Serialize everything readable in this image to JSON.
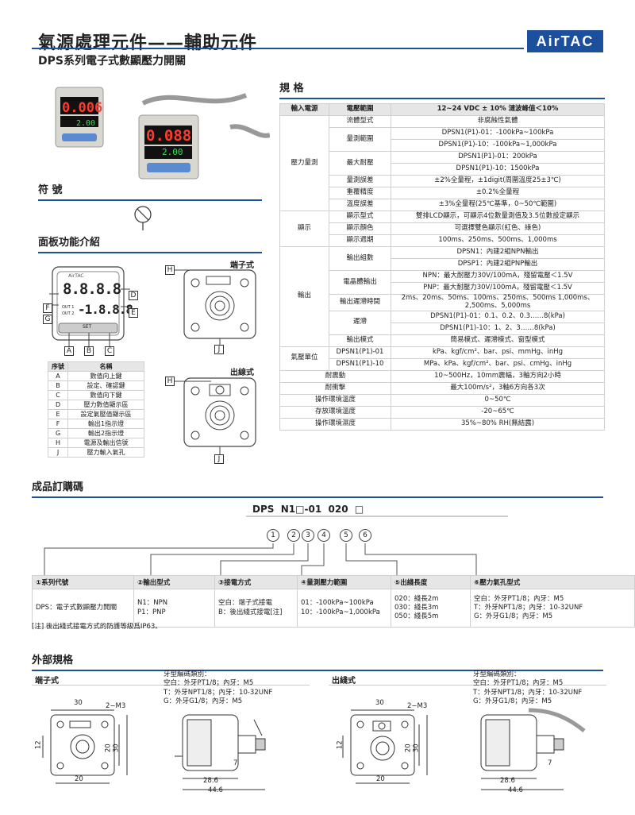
{
  "header": {
    "title": "氣源處理元件——輔助元件",
    "subtitle": "DPS系列電子式數顯壓力開關",
    "logo": "AirTAC"
  },
  "product": {
    "display1_main": "0.006",
    "display1_sub": "2.00",
    "display2_main": "0.088",
    "display2_sub": "2.00"
  },
  "symbol": {
    "heading": "符 號"
  },
  "panel": {
    "heading": "面板功能介紹",
    "display_main": "8.8.8.8",
    "display_sub": "-1.8.8.8",
    "out1": "OUT 1",
    "out2": "OUT 2",
    "set": "SET",
    "letters": [
      "A",
      "B",
      "C",
      "D",
      "E",
      "F",
      "G",
      "H",
      "J"
    ],
    "table_headers": [
      "序號",
      "名稱"
    ],
    "table_rows": [
      [
        "A",
        "數值向上鍵"
      ],
      [
        "B",
        "設定、確認鍵"
      ],
      [
        "C",
        "數值向下鍵"
      ],
      [
        "D",
        "壓力數值顯示區"
      ],
      [
        "E",
        "設定氣壓值顯示區"
      ],
      [
        "F",
        "輸出1指示燈"
      ],
      [
        "G",
        "輸出2指示燈"
      ],
      [
        "H",
        "電源及輸出信號"
      ],
      [
        "J",
        "壓力輸入氣孔"
      ]
    ],
    "terminal_label": "端子式",
    "cable_label": "出線式"
  },
  "spec": {
    "heading": "規 格",
    "header_row": [
      "輸入電源",
      "電壓範圍",
      "12~24 VDC ± 10%  漣波峰值＜10%"
    ],
    "rows": [
      {
        "g": "壓力量測",
        "k": "流體型式",
        "v": "非腐蝕性氣體"
      },
      {
        "k": "量測範圍",
        "v": "DPSN1(P1)-01：-100kPa~100kPa"
      },
      {
        "v": "DPSN1(P1)-10：-100kPa~1,000kPa"
      },
      {
        "k": "最大耐壓",
        "v": "DPSN1(P1)-01：200kPa"
      },
      {
        "v": "DPSN1(P1)-10：1500kPa"
      },
      {
        "k": "量測誤差",
        "v": "±2%全量程，±1digit(周圍溫度25±3℃)"
      },
      {
        "k": "重覆精度",
        "v": "±0.2%全量程"
      },
      {
        "k": "溫度誤差",
        "v": "±3%全量程(25℃基準，0~50℃範圍)"
      },
      {
        "g": "顯示",
        "k": "顯示型式",
        "v": "雙排LCD顯示，可顯示4位數量測值及3.5位數設定顯示"
      },
      {
        "k": "顯示顏色",
        "v": "可選擇雙色顯示(紅色、綠色)"
      },
      {
        "k": "顯示週期",
        "v": "100ms、250ms、500ms、1,000ms"
      },
      {
        "g": "輸出",
        "k": "輸出組數",
        "v": "DPSN1：內建2組NPN輸出"
      },
      {
        "v": "DPSP1：內建2組PNP輸出"
      },
      {
        "k": "電晶體輸出",
        "v": "NPN：最大耐壓力30V/100mA，殘留電壓＜1.5V"
      },
      {
        "v": "PNP：最大耐壓力30V/100mA，殘留電壓＜1.5V"
      },
      {
        "k": "輸出遲滯時間",
        "v": "2ms、20ms、50ms、100ms、250ms、500ms 1,000ms、2,500ms、5,000ms"
      },
      {
        "k": "遲滯",
        "v": "DPSN1(P1)-01：0.1、0.2、0.3……8(kPa)"
      },
      {
        "v": "DPSN1(P1)-10：1、2、3……8(kPa)"
      },
      {
        "k": "輸出模式",
        "v": "簡易模式、遲滯模式、窗型模式"
      },
      {
        "g": "氣壓單位",
        "k": "DPSN1(P1)-01",
        "v": "kPa、kgf/cm²、bar、psi、mmHg、inHg"
      },
      {
        "k": "DPSN1(P1)-10",
        "v": "MPa、kPa、kgf/cm²、bar、psi、cmHg、inHg"
      },
      {
        "k2": "耐震動",
        "v": "10~500Hz，10mm震幅，3軸方向2小時"
      },
      {
        "k2": "耐衝擊",
        "v": "最大100m/s²，3軸6方向各3次"
      },
      {
        "k2": "操作環境溫度",
        "v": "0~50℃"
      },
      {
        "k2": "存放環境溫度",
        "v": "-20~65℃"
      },
      {
        "k2": "操作環境濕度",
        "v": "35%~80% RH(無結露)"
      }
    ]
  },
  "order": {
    "heading": "成品訂購碼",
    "code": "DPS  N1□-01  020  □",
    "circles": [
      "1",
      "2",
      "3",
      "4",
      "5",
      "6"
    ],
    "headers": [
      "①系列代號",
      "②輸出型式",
      "③接電方式",
      "④量測壓力範圍",
      "⑤出綫長度",
      "⑥壓力氣孔型式"
    ],
    "col1": "DPS：電子式數顯壓力開關",
    "col2": [
      "N1：NPN",
      "P1：PNP"
    ],
    "col3": [
      "空白：端子式接電",
      "B：後出綫式接電[注]"
    ],
    "col4": [
      "01：-100kPa~100kPa",
      "10：-100kPa~1,000kPa"
    ],
    "col5": [
      "020：綫長2m",
      "030：綫長3m",
      "050：綫長5m"
    ],
    "col6": [
      "空白：外牙PT1/8；內牙：M5",
      "T：外牙NPT1/8；內牙：10-32UNF",
      "G：外牙G1/8；內牙：M5"
    ],
    "note": "[注] 後出綫式接電方式的防護等級爲IP63。"
  },
  "dimensions": {
    "heading": "外部規格",
    "left_label": "端子式",
    "right_label": "出綫式",
    "thread_notes": [
      "牙型編碼類別：",
      "空白：外牙PT1/8；內牙：M5",
      "T：外牙NPT1/8；內牙：10-32UNF",
      "G：外牙G1/8；內牙：M5"
    ],
    "dims": {
      "w30": "30",
      "m3": "2−M3",
      "h12": "12",
      "h20": "20",
      "h30": "30",
      "w20": "20",
      "d7": "7",
      "d28": "28.6",
      "d44": "44.6"
    }
  }
}
